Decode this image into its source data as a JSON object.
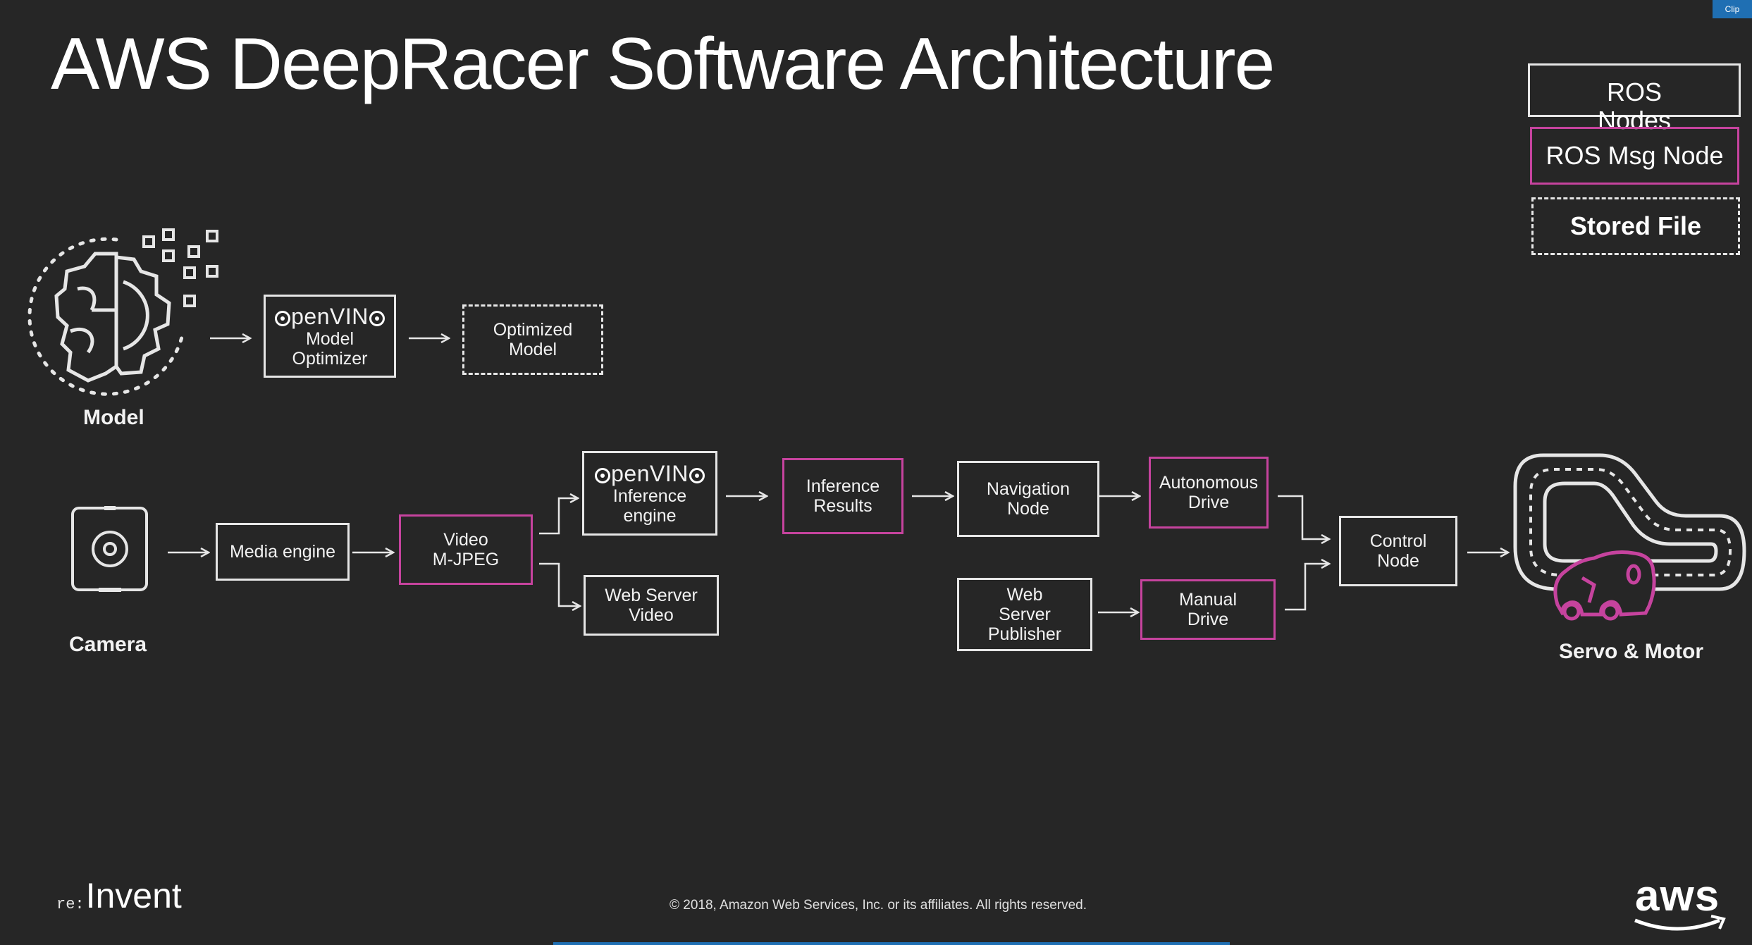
{
  "title": "AWS DeepRacer Software Architecture",
  "clip_label": "Clip",
  "legend": {
    "ros_nodes": "ROS Nodes",
    "ros_msg_node": "ROS Msg Node",
    "stored_file": "Stored File"
  },
  "model": {
    "label": "Model",
    "openvino_logo": "penVIN",
    "optimizer_label": "Model Optimizer",
    "optimized_model": "Optimized Model"
  },
  "camera": {
    "label": "Camera"
  },
  "pipeline": {
    "media_engine": "Media engine",
    "video_mjpeg_line1": "Video",
    "video_mjpeg_line2": "M-JPEG",
    "openvino_logo": "penVIN",
    "inference_engine": "Inference engine",
    "web_server_video": "Web Server Video",
    "inference_results": "Inference Results",
    "navigation_node": "Navigation Node",
    "autonomous_drive": "Autonomous Drive",
    "web_server_publisher": "Web Server Publisher",
    "manual_drive": "Manual Drive",
    "control_node": "Control Node"
  },
  "servo": {
    "label": "Servo & Motor"
  },
  "footer": {
    "copyright": "© 2018, Amazon Web Services, Inc. or its affiliates. All rights reserved.",
    "reinvent": "Invent",
    "reinvent_prefix": "re:",
    "aws": "aws"
  },
  "colors": {
    "background": "#262626",
    "ros_node_border": "#e6e6e6",
    "ros_msg_border": "#c6439e",
    "car_outline": "#c6439e"
  }
}
